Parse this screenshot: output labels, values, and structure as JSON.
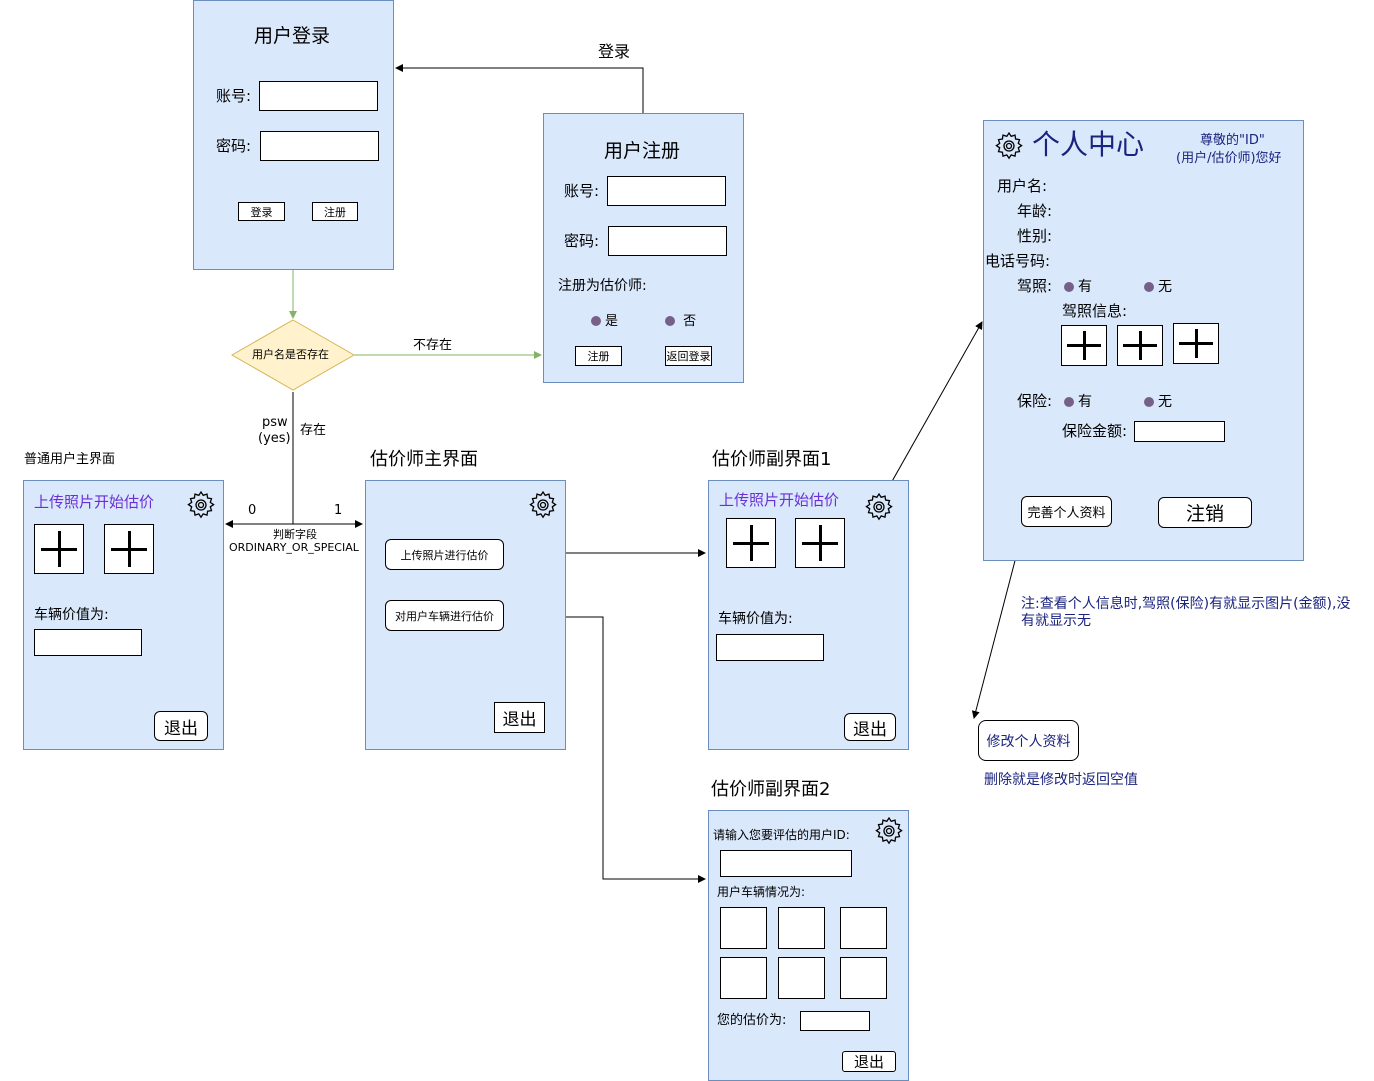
{
  "login": {
    "title": "用户登录",
    "account_label": "账号:",
    "password_label": "密码:",
    "login_btn": "登录",
    "register_btn": "注册"
  },
  "register": {
    "title": "用户注册",
    "account_label": "账号:",
    "password_label": "密码:",
    "estimator_label": "注册为估价师:",
    "yes": "是",
    "no": "否",
    "register_btn": "注册",
    "back_btn": "返回登录"
  },
  "flow": {
    "login_edge": "登录",
    "decision": "用户名是否存在",
    "not_exist": "不存在",
    "exists": "存在",
    "psw": "psw",
    "yes": "(yes)",
    "zero": "0",
    "one": "1",
    "judge": "判断字段",
    "field": "ORDINARY_OR_SPECIAL"
  },
  "normal": {
    "caption": "普通用户主界面",
    "upload": "上传照片开始估价",
    "value_label": "车辆价值为:",
    "exit": "退出"
  },
  "estimator_main": {
    "caption": "估价师主界面",
    "upload_btn": "上传照片进行估价",
    "assess_btn": "对用户车辆进行估价",
    "exit": "退出"
  },
  "sub1": {
    "caption": "估价师副界面1",
    "upload": "上传照片开始估价",
    "value_label": "车辆价值为:",
    "exit": "退出"
  },
  "sub2": {
    "caption": "估价师副界面2",
    "id_prompt": "请输入您要评估的用户ID:",
    "vehicle_label": "用户车辆情况为:",
    "price_label": "您的估价为:",
    "exit": "退出"
  },
  "center": {
    "title": "个人中心",
    "greeting1": "尊敬的\"ID\"",
    "greeting2": "(用户/估价师)您好",
    "username": "用户名:",
    "age": "年龄:",
    "gender": "性别:",
    "phone": "电话号码:",
    "license": "驾照:",
    "has": "有",
    "none": "无",
    "license_info": "驾照信息:",
    "insurance": "保险:",
    "ins_has": "有",
    "ins_none": "无",
    "insurance_amount": "保险金额:",
    "complete_btn": "完善个人资料",
    "cancel_btn": "注销"
  },
  "notes": {
    "note1": "注:查看个人信息时,驾照(保险)有就显示图片(金额),没",
    "note2": "有就显示无",
    "edit_btn": "修改个人资料",
    "delete_note": "删除就是修改时返回空值"
  },
  "colors": {
    "panel_fill": "#dae8fc",
    "panel_stroke": "#6c8ebf",
    "decision_fill": "#fff2cc",
    "decision_stroke": "#d6b656",
    "green_edge": "#82b366",
    "purple_text": "#6a2fd6",
    "navy_text": "#1a237e",
    "radio": "#76608a"
  }
}
